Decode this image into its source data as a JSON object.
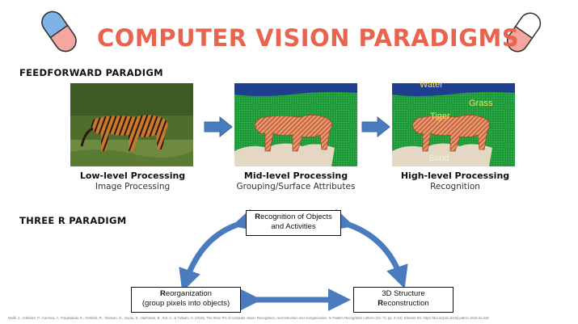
{
  "title": "COMPUTER VISION PARADIGMS",
  "feedforward": {
    "heading": "FEEDFORWARD PARADIGM",
    "stages": [
      {
        "heading": "Low-level Processing",
        "sub": "Image Processing"
      },
      {
        "heading": "Mid-level Processing",
        "sub": "Grouping/Surface Attributes"
      },
      {
        "heading": "High-level Processing",
        "sub": "Recognition"
      }
    ],
    "labels": {
      "water": "Water",
      "grass": "Grass",
      "tiger": "Tiger",
      "sand": "Sand"
    }
  },
  "three_r": {
    "heading": "THREE R PARADIGM",
    "recognition": {
      "lead": "R",
      "rest": "ecognition of Objects",
      "line2": "and Activities"
    },
    "reorganization": {
      "lead": "R",
      "rest": "eorganization",
      "line2": "(group pixels into objects)"
    },
    "reconstruction": {
      "line1": "3D Structure",
      "lead": "R",
      "rest": "econstruction"
    }
  },
  "citation": "Malik, J., Arbeláez, P., Carreira, J., Fragkiadaki, K., Girshick, R., Gkioxari, G., Gupta, S., Hariharan, B., Kar, A., & Tulsiani, S. (2016). The three R's of computer vision: Recognition, reconstruction and reorganization. In Pattern Recognition Letters (Vol. 72, pp. 4–14). Elsevier BV. https://doi.org/10.1016/j.patrec.2016.01.019",
  "colors": {
    "title": "#e8644f",
    "arrow": "#4a7bbf",
    "grass": "#1f9a3a",
    "water": "#1e3f8f",
    "sand": "#e4d8c4",
    "tiger": "#c8643a"
  },
  "icons": [
    "pill-icon-left",
    "pill-icon-right"
  ]
}
